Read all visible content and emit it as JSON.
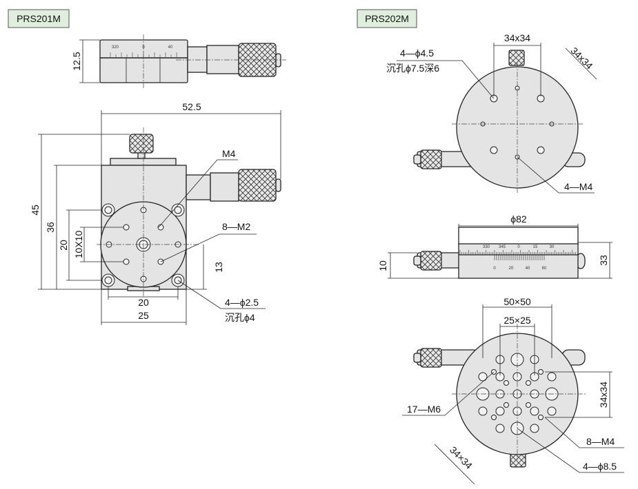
{
  "models": {
    "left": "PRS201M",
    "right": "PRS202M"
  },
  "prs201m": {
    "dims": {
      "height_top": "12.5",
      "width_total": "52.5",
      "h45": "45",
      "h36": "36",
      "h20": "20",
      "grid": "10X10",
      "h13": "13",
      "w20": "20",
      "w25": "25"
    },
    "callouts": {
      "m4": "M4",
      "m2": "8—M2",
      "holes": "4—ϕ2.5",
      "counterbore": "沉孔ϕ4"
    },
    "scale": [
      "320",
      "0",
      "40"
    ]
  },
  "prs202m": {
    "top": {
      "pitch": "34x34",
      "pitch_diag": "34x34",
      "holes": "4—ϕ4.5",
      "counterbore": "沉孔ϕ7.5深6",
      "m4": "4—M4"
    },
    "side": {
      "diameter": "ϕ82",
      "h10": "10",
      "h33": "33",
      "scale_top": [
        "330",
        "345",
        "0",
        "15",
        "30"
      ],
      "scale_bottom": [
        "0",
        "20",
        "40",
        "60"
      ]
    },
    "bottom": {
      "pitch50": "50×50",
      "pitch25": "25×25",
      "pitch34": "34x34",
      "pitch_diag": "34×34",
      "m6": "17—M6",
      "m4": "8—M4",
      "holes": "4—ϕ8.5"
    }
  }
}
